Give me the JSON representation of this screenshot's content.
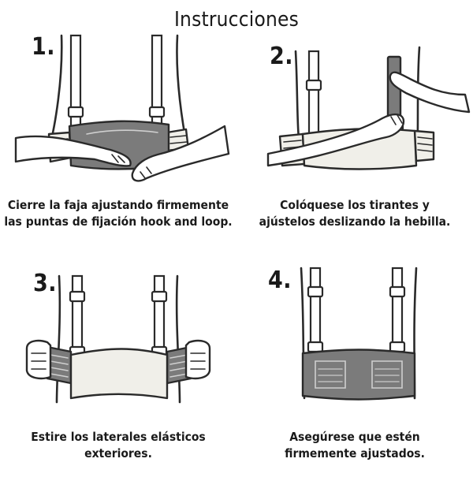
{
  "title": "Instrucciones",
  "steps": [
    {
      "number": "1.",
      "line1": "Cierre la faja ajustando firmemente",
      "line2": "las puntas de fijación hook and loop."
    },
    {
      "number": "2.",
      "line1": "Colóquese los tirantes y",
      "line2": "ajústelos deslizando la hebilla."
    },
    {
      "number": "3.",
      "line1": "Estire los laterales elásticos",
      "line2": "exteriores."
    },
    {
      "number": "4.",
      "line1": "Asegúrese que estén",
      "line2": "firmemente ajustados."
    }
  ],
  "colors": {
    "ink": "#2a2a2a",
    "belt_light": "#f0efe9",
    "belt_dark": "#7b7b7b"
  },
  "icons": [
    "waist-belt-illustration",
    "suspender-straps-illustration",
    "hand-illustration"
  ]
}
